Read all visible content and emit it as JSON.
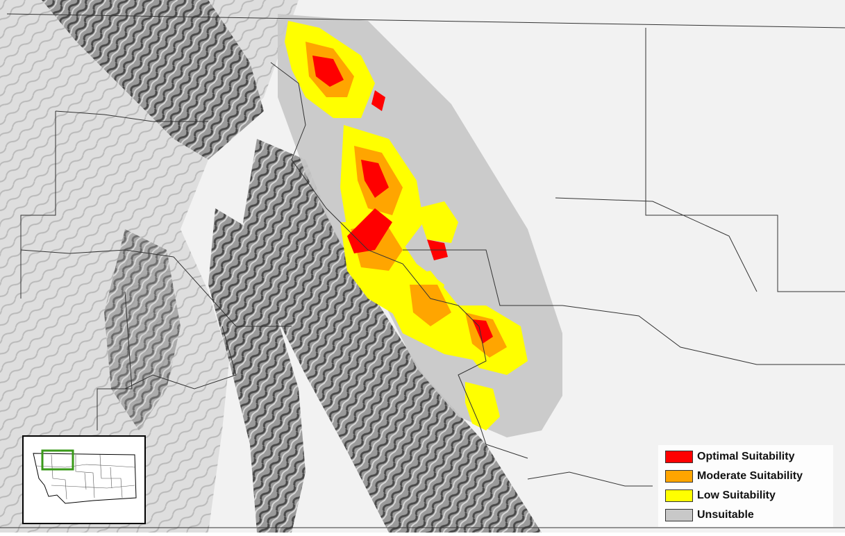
{
  "legend": {
    "items": [
      {
        "label": "Optimal Suitability",
        "color": "#ff0000"
      },
      {
        "label": "Moderate Suitability",
        "color": "#ffa500"
      },
      {
        "label": "Low Suitability",
        "color": "#ffff00"
      },
      {
        "label": "Unsuitable",
        "color": "#c8c8c8"
      }
    ]
  },
  "inset": {
    "highlight_color": "#3a9a1a",
    "description": "locator map of Montana counties"
  },
  "map": {
    "background": "#f2f2f2",
    "hillshade_color": "#6a6a6a",
    "boundary_color": "#333333",
    "zone_color": "#c8c8c8"
  }
}
